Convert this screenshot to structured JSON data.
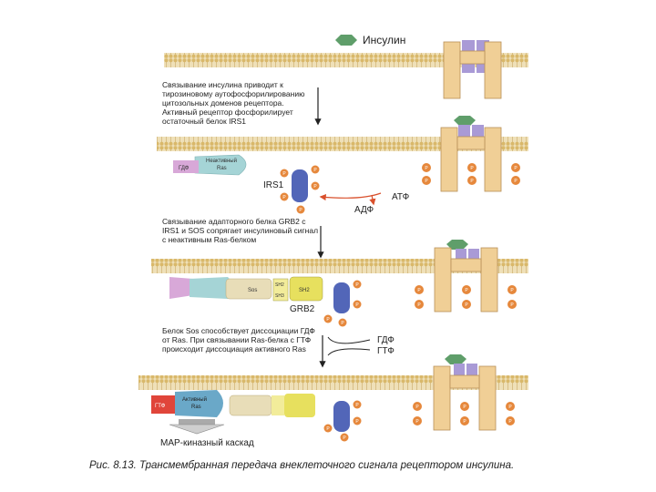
{
  "figure": {
    "insulin_label": "Инсулин",
    "step1_text": [
      "Связывание инсулина приводит к",
      "тирозиновому аутофосфорилированию",
      "цитозольных доменов рецептора.",
      "Активный рецептор фосфорилирует",
      "остаточный белок IRS1"
    ],
    "inactive_ras_label": [
      "Неактивный",
      "Ras"
    ],
    "gdp_label": "ГДФ",
    "irs1_label": "IRS1",
    "atp_label": "АТФ",
    "adp_label": "АДФ",
    "phospho_label": "P",
    "step2_text": [
      "Связывание адапторного белка GRB2 с",
      "IRS1 и SOS сопрягает инсулиновый сигнал",
      "с неактивным Ras-белком"
    ],
    "sos_label": "Sos",
    "sh2_label": "SH2",
    "sh3_label": "SH3",
    "grb2_label": "GRB2",
    "step3_text": [
      "Белок Sos способствует диссоциации ГДФ",
      "от Ras. При связывании Ras-белка с ГТФ",
      "происходит диссоциация активного Ras"
    ],
    "gdp_out_label": "ГДФ",
    "gtp_label": "ГТФ",
    "active_ras_label": [
      "Активный",
      "Ras"
    ],
    "gtp_small_label": "ГТФ",
    "map_label": "MAP-киназный каскад",
    "caption": "Рис. 8.13. Трансмембранная передача внеклеточного сигнала рецептором инсулина.",
    "colors": {
      "membrane_head": "#d9b86a",
      "membrane_tail": "#efe0b8",
      "receptor": "#f0cf96",
      "receptor_outline": "#b89058",
      "insulin": "#5f9e6a",
      "alpha_subunit": "#a99ad6",
      "irs1": "#5266b8",
      "phospho": "#e6883c",
      "arrow_red": "#d9502c",
      "ras_inactive": "#a5d4d6",
      "ras_active": "#6aa8c8",
      "gdp_box": "#d8a8d8",
      "gtp_box": "#e0453a",
      "sos": "#e8ddb8",
      "sh2": "#e7e05e",
      "sh3": "#f2ec9a"
    }
  }
}
